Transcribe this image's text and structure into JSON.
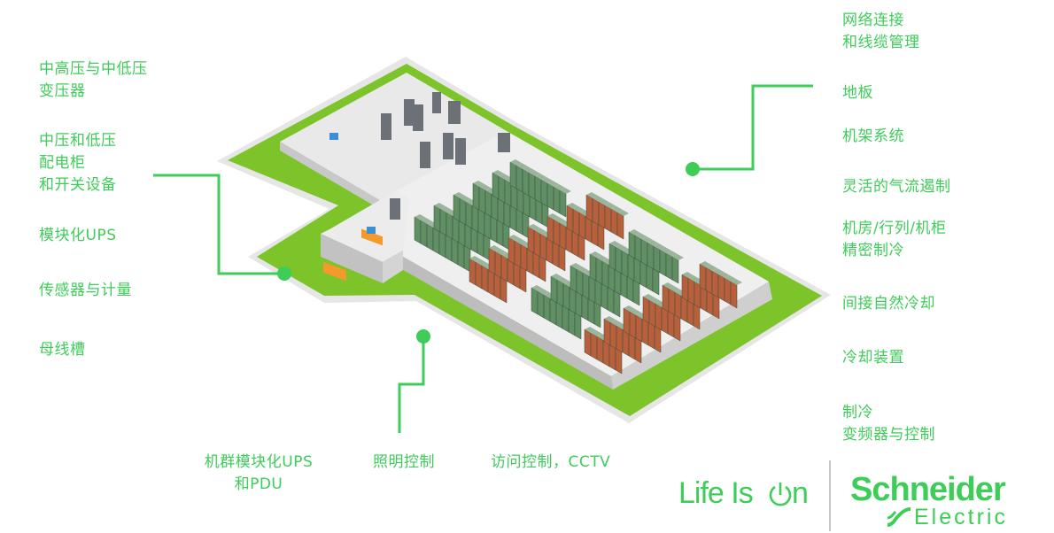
{
  "left_labels": [
    {
      "lines": [
        "中高压与中低压",
        "变压器"
      ]
    },
    {
      "lines": [
        "中压和低压",
        "配电柜",
        "和开关设备"
      ]
    },
    {
      "lines": [
        "模块化UPS"
      ]
    },
    {
      "lines": [
        "传感器与计量"
      ]
    },
    {
      "lines": [
        "母线槽"
      ]
    }
  ],
  "right_labels": [
    {
      "lines": [
        "网络连接",
        "和线缆管理"
      ]
    },
    {
      "lines": [
        "地板"
      ]
    },
    {
      "lines": [
        "机架系统"
      ]
    },
    {
      "lines": [
        "灵活的气流遏制"
      ]
    },
    {
      "lines": [
        "机房/行列/机柜",
        "精密制冷"
      ]
    },
    {
      "lines": [
        "间接自然冷却"
      ]
    },
    {
      "lines": [
        "冷却装置"
      ]
    },
    {
      "lines": [
        "制冷",
        "变频器与控制"
      ]
    }
  ],
  "bottom_labels": [
    {
      "lines": [
        "机群模块化UPS",
        "和PDU"
      ]
    },
    {
      "lines": [
        "照明控制"
      ]
    },
    {
      "lines": [
        "访问控制，CCTV"
      ]
    }
  ],
  "brand": {
    "slogan_prefix": "Life Is ",
    "slogan_suffix": "n",
    "company": "Schneider",
    "company_sub": "Electric"
  },
  "colors": {
    "accent": "#3dcd58",
    "floor_green": "#7dc32a",
    "wall": "#d9d9d9",
    "rack_green": "#5f8f63",
    "rack_orange": "#b85f3c"
  }
}
